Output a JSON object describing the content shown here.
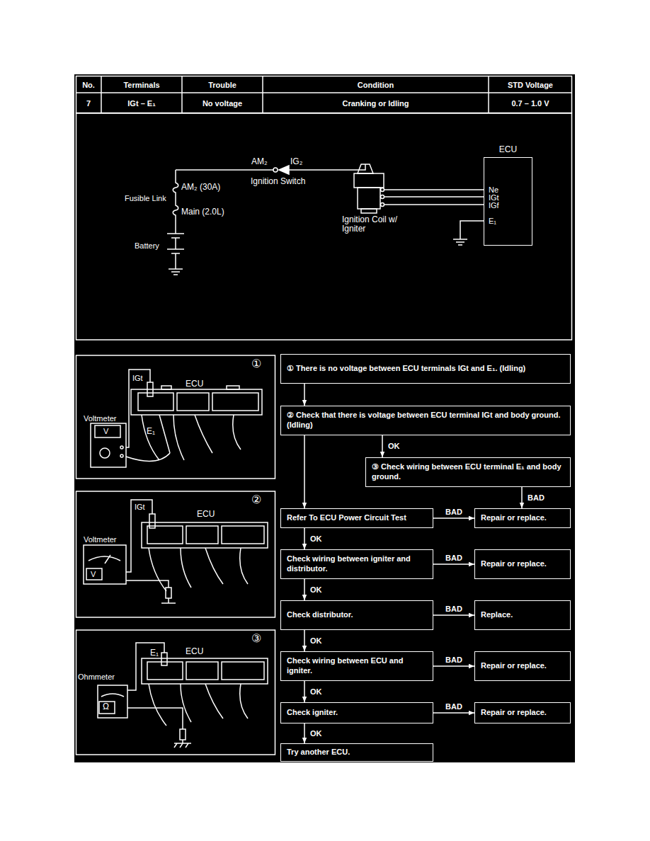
{
  "diagram": {
    "nodes": [
      {
        "text": [
          "ECU"
        ]
      },
      {
        "text": [
          "① There is no voltage between ECU terminals IGt and E₁. (Idling)"
        ]
      },
      {
        "text": [
          "② Check that there is voltage between ECU terminal IGt and body ground. (Idling)"
        ]
      },
      {
        "text": [
          "③ Check wiring between ECU terminal E₁ and body ground."
        ]
      },
      {
        "text": [
          "Refer To ECU Power Circuit Test"
        ]
      },
      {
        "text": [
          "Repair or replace."
        ]
      },
      {
        "text": [
          "Check wiring between igniter and distributor."
        ]
      },
      {
        "text": [
          "Repair or replace."
        ]
      },
      {
        "text": [
          "Check distributor."
        ]
      },
      {
        "text": [
          "Replace."
        ]
      },
      {
        "text": [
          "Check wiring between ECU and igniter."
        ]
      },
      {
        "text": [
          "Repair or replace."
        ]
      },
      {
        "text": [
          "Check igniter."
        ]
      },
      {
        "text": [
          "Repair or replace."
        ]
      },
      {
        "text": [
          "Try another ECU."
        ]
      }
    ],
    "edges": [
      {
        "from": 1,
        "to": 2,
        "arrow": "to"
      },
      {
        "from": 2,
        "to": 4,
        "arrow": "to"
      },
      {
        "from": 2,
        "to": 3,
        "label": "OK",
        "arrow": "to"
      },
      {
        "from": 3,
        "to": 5,
        "label": "BAD",
        "arrow": "to"
      },
      {
        "from": 4,
        "to": 5,
        "label": "BAD",
        "arrow": "to"
      },
      {
        "from": 4,
        "to": 6,
        "label": "OK",
        "arrow": "to"
      },
      {
        "from": 6,
        "to": 7,
        "label": "BAD",
        "arrow": "to"
      },
      {
        "from": 6,
        "to": 8,
        "label": "OK",
        "arrow": "to"
      },
      {
        "from": 8,
        "to": 9,
        "label": "BAD",
        "arrow": "to"
      },
      {
        "from": 8,
        "to": 10,
        "label": "OK",
        "arrow": "to"
      },
      {
        "from": 10,
        "to": 11,
        "label": "BAD",
        "arrow": "to"
      },
      {
        "from": 10,
        "to": 12,
        "label": "OK",
        "arrow": "to"
      },
      {
        "from": 12,
        "to": 13,
        "label": "BAD",
        "arrow": "to"
      },
      {
        "from": 12,
        "to": 14,
        "label": "OK",
        "arrow": "to"
      }
    ],
    "labels": [
      "No.",
      "Terminals",
      "Trouble",
      "Condition",
      "STD Voltage",
      "7",
      "IGt – E₁",
      "No voltage",
      "Cranking or Idling",
      "0.7 – 1.0 V",
      "AM₂",
      "IG₂",
      "Ignition Switch",
      "AM₂ (30A)",
      "Fusible Link",
      "Main (2.0L)",
      "Battery",
      "Ignition Coil w/ Igniter",
      "Ne",
      "IGt",
      "IGf",
      "E₁",
      "①",
      "IGt",
      "ECU",
      "Voltmeter",
      "V",
      "E₁",
      "②",
      "IGt",
      "ECU",
      "Voltmeter",
      "V",
      "③",
      "E₁",
      "ECU",
      "Ohmmeter",
      "Ω"
    ]
  }
}
